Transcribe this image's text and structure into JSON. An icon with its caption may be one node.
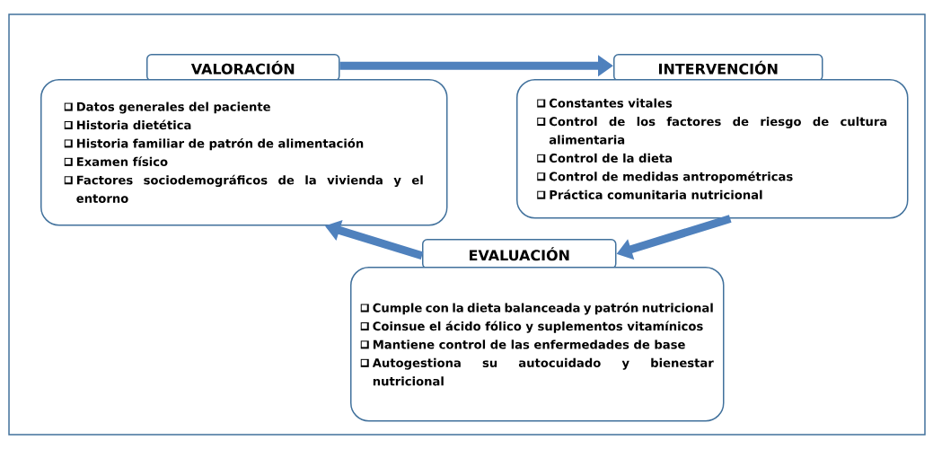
{
  "diagram": {
    "nodes": [
      {
        "text": [
          "VALORACIÓN"
        ]
      },
      {
        "text": [
          "Datos generales del paciente",
          "Historia dietética",
          "Historia familiar de patrón de alimentación",
          "Examen físico",
          "Factores sociodemográficos de la vivienda y el entorno"
        ]
      },
      {
        "text": [
          "INTERVENCIÓN"
        ]
      },
      {
        "text": [
          "Constantes vitales",
          "Control de los factores de riesgo de cultura alimentaria",
          "Control de la dieta",
          "Control de medidas antropométricas",
          "Práctica comunitaria nutricional"
        ]
      },
      {
        "text": [
          "EVALUACIÓN"
        ]
      },
      {
        "text": [
          "Cumple con la dieta balanceada y patrón nutricional",
          "Coinsue el ácido fólico y suplementos vitamínicos",
          "Mantiene control de las enfermedades de base",
          "Autogestiona su autocuidado y bienestar nutricional"
        ]
      }
    ],
    "edges": [
      {
        "from": 0,
        "to": 2,
        "arrow": "to"
      },
      {
        "from": 3,
        "to": 4,
        "arrow": "to"
      },
      {
        "from": 4,
        "to": 1,
        "arrow": "to"
      }
    ]
  }
}
